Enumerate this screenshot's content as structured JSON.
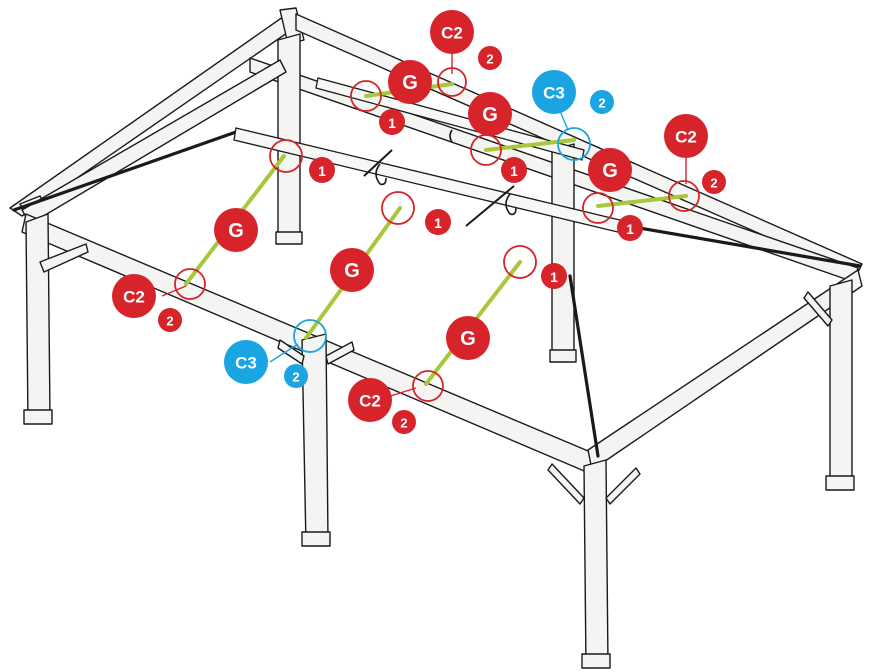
{
  "colors": {
    "callout_red": "#d7232a",
    "callout_blue": "#1aa5e2",
    "rod_green": "#a8c83c",
    "frame_fill": "#f4f4f2",
    "outline": "#1a1a1a"
  },
  "callouts": {
    "g_part": "G",
    "c2_part": "C2",
    "c3_part": "C3",
    "step_one": "1",
    "step_two": "2"
  }
}
